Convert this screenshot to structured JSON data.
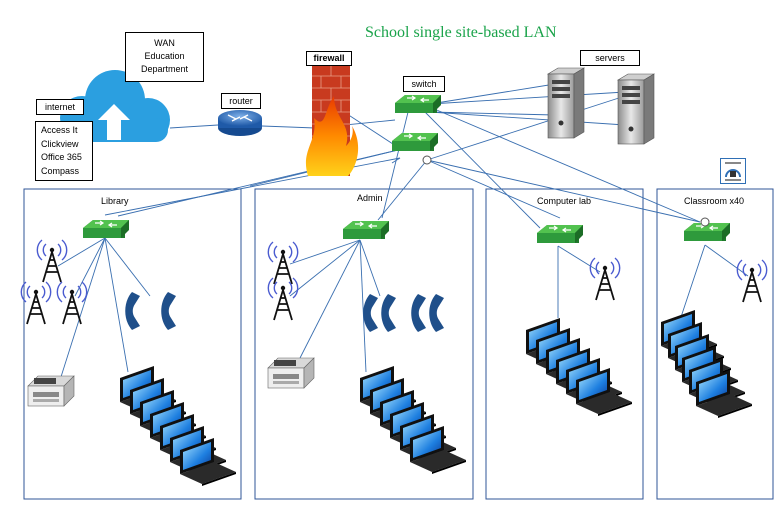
{
  "title": "School single site-based LAN",
  "labels": {
    "wan": [
      "WAN",
      "Education",
      "Department"
    ],
    "internet": "internet",
    "services": [
      "Access It",
      "Clickview",
      "Office 365",
      "Compass"
    ],
    "router": "router",
    "firewall": "firewall",
    "switch": "switch",
    "servers": "servers"
  },
  "zones": {
    "library": "Library",
    "admin": "Admin",
    "computer_lab": "Computer lab",
    "classroom": "Classroom x40"
  },
  "colors": {
    "title": "#1aa34a",
    "cloud": "#2b9fe0",
    "switch": "#2e9a3c",
    "link": "#3a6fb0",
    "phone": "#1f4f8a",
    "zone_border": "#2f5597"
  }
}
